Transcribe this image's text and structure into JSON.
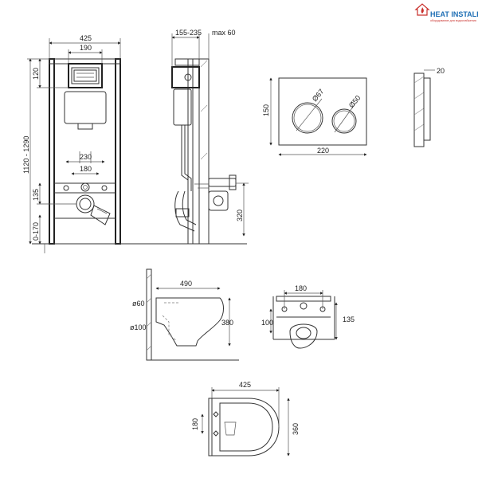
{
  "brand": {
    "name": "HEAT INSTALL",
    "tagline": "оборудование для водоснабжения"
  },
  "colors": {
    "line": "#333333",
    "brand_blue": "#1f6fb5",
    "brand_red": "#c9302c"
  },
  "frame_front": {
    "width": "425",
    "panel_width": "190",
    "height_top": "120",
    "height_range": "1120 - 1290",
    "bolt_span": "230",
    "inner_span": "180",
    "drain_height": "135",
    "foot_range": "0-170"
  },
  "frame_side": {
    "depth": "155-235",
    "max_gap": "max 60",
    "drain_outlet": "320"
  },
  "flush_plate": {
    "height": "150",
    "width": "220",
    "big_button": "Ø67",
    "small_button": "Ø50",
    "thickness": "20"
  },
  "bowl_side": {
    "length": "490",
    "inlet": "ø60",
    "outlet": "ø100",
    "height": "380"
  },
  "bowl_rear": {
    "mount_span": "180",
    "drain_offset": "100",
    "height": "135"
  },
  "bowl_top": {
    "width": "425",
    "hole_span": "180",
    "length": "360"
  }
}
